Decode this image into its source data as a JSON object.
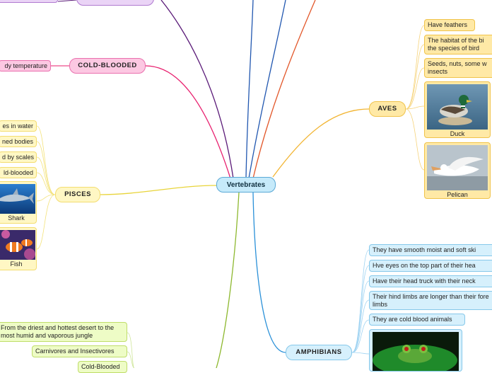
{
  "root": {
    "label": "Vertebrates"
  },
  "cold_blooded": {
    "label": "COLD-BLOODED",
    "items": [
      "dy temperature"
    ]
  },
  "pisces": {
    "label": "PISCES",
    "items": [
      "es in water",
      "ned bodies",
      "d by scales",
      "ld-blooded"
    ],
    "images": [
      {
        "caption": "Shark",
        "icon": "shark-image"
      },
      {
        "caption": "Fish",
        "icon": "clownfish-image"
      }
    ]
  },
  "aves": {
    "label": "AVES",
    "items": [
      "Have feathers",
      "The habitat of the bi the species of bird",
      "Seeds, nuts, some w insects"
    ],
    "images": [
      {
        "caption": "Duck",
        "icon": "duck-image"
      },
      {
        "caption": "Pelican",
        "icon": "pelican-image"
      }
    ]
  },
  "amphibians": {
    "label": "AMPHIBIANS",
    "items": [
      "They have smooth moist and soft ski",
      "Hve eyes on the top part of their hea",
      "Have their head truck with their neck",
      "Their hind limbs are longer than their fore limbs",
      "They are cold blood animals"
    ],
    "images": [
      {
        "caption": "",
        "icon": "frog-image"
      }
    ]
  },
  "green_branch": {
    "items": [
      "From the driest and hottest desert to the most humid and vaporous jungle",
      "Carnivores and Insectivores",
      "Cold-Blooded"
    ]
  },
  "colors": {
    "purple": "#5a1a78",
    "pink": "#e81f6e",
    "yellow": "#e8d43a",
    "orange": "#f2b533",
    "blue": "#2a90d8",
    "green": "#8db82e",
    "navy": "#2157b0",
    "red": "#e2572a"
  }
}
